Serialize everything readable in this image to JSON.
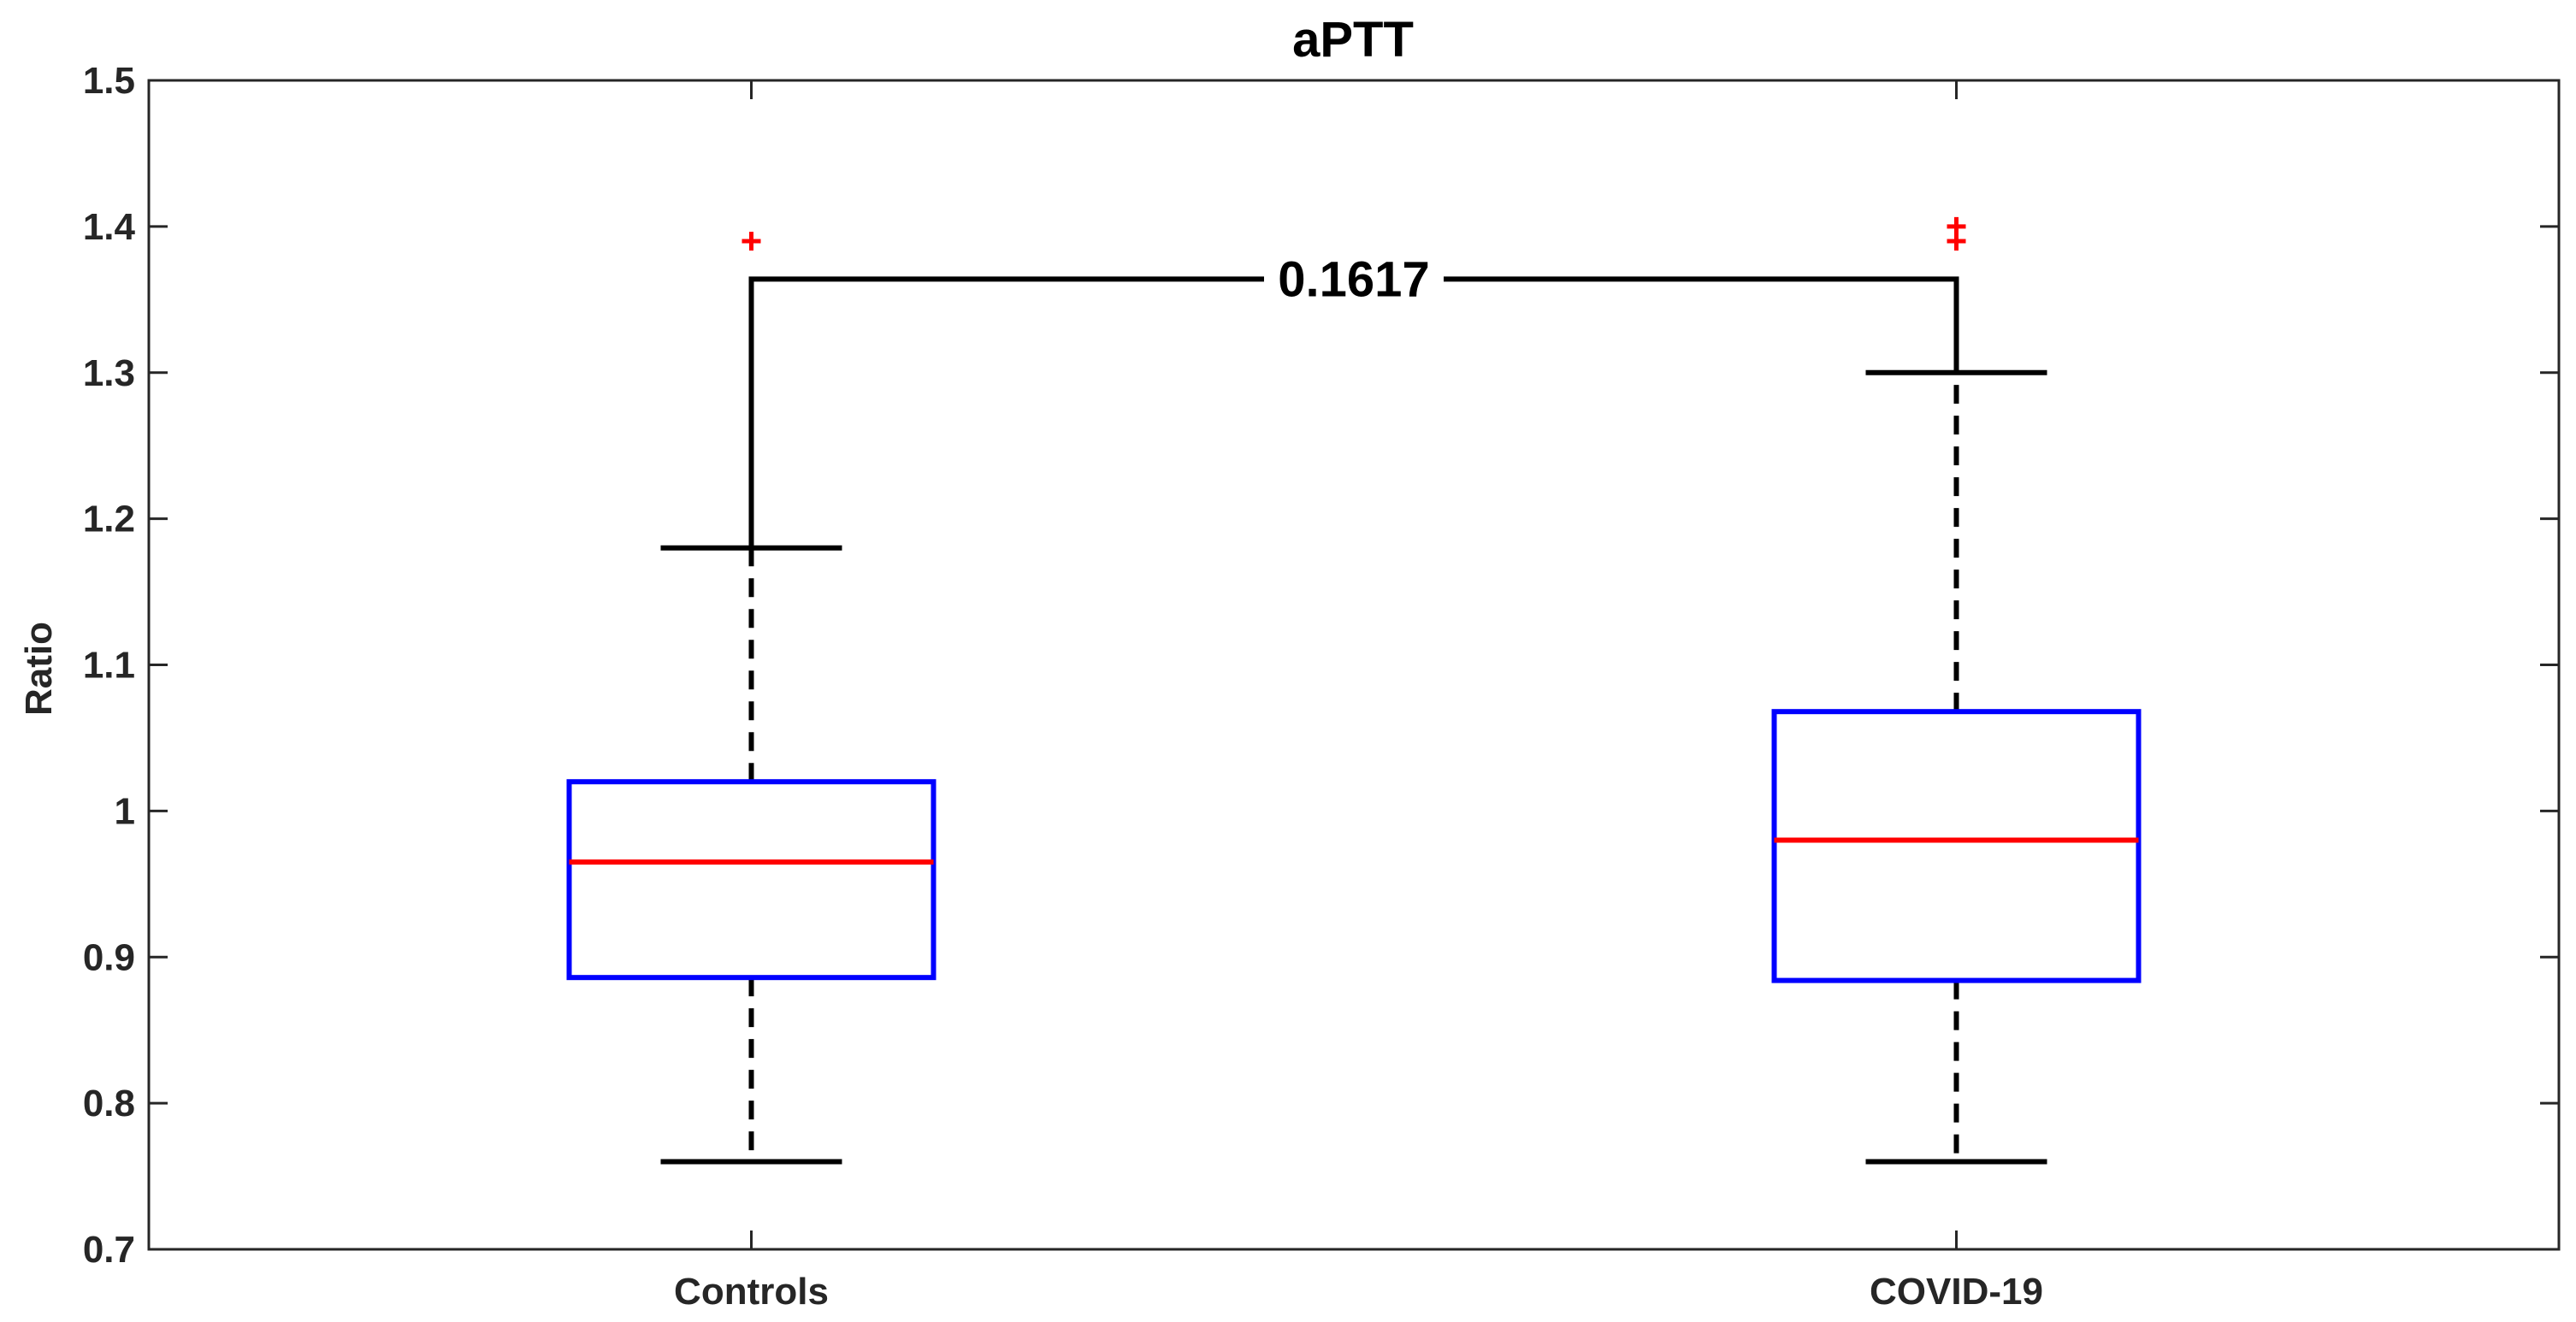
{
  "chart_data": {
    "type": "box",
    "title": "aPTT",
    "ylabel": "Ratio",
    "xlabel": "",
    "ylim": [
      0.7,
      1.5
    ],
    "yticks": [
      0.7,
      0.8,
      0.9,
      1,
      1.1,
      1.2,
      1.3,
      1.4,
      1.5
    ],
    "ytick_labels": [
      "0.7",
      "0.8",
      "0.9",
      "1",
      "1.1",
      "1.2",
      "1.3",
      "1.4",
      "1.5"
    ],
    "categories": [
      "Controls",
      "COVID-19"
    ],
    "boxes": [
      {
        "category": "Controls",
        "whisker_low": 0.76,
        "q1": 0.886,
        "median": 0.965,
        "q3": 1.02,
        "whisker_high": 1.18,
        "outliers": [
          1.39
        ]
      },
      {
        "category": "COVID-19",
        "whisker_low": 0.76,
        "q1": 0.884,
        "median": 0.98,
        "q3": 1.068,
        "whisker_high": 1.3,
        "outliers": [
          1.39,
          1.4
        ]
      }
    ],
    "comparison": {
      "from": "Controls",
      "to": "COVID-19",
      "level": 1.364,
      "label": "0.1617"
    },
    "grid": false,
    "colors": {
      "box": "#0000ff",
      "median": "#ff0000",
      "whisker": "#000000",
      "outlier": "#ff0000",
      "axis": "#262626"
    }
  }
}
